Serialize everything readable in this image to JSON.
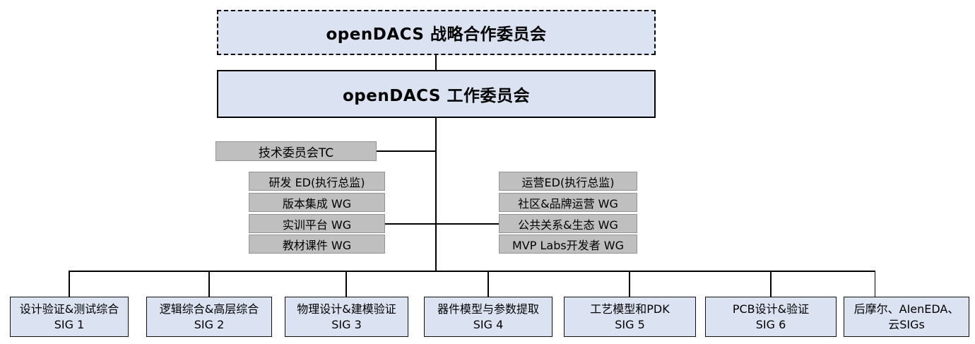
{
  "diagram": {
    "strategy_box": {
      "label": "openDACS 战略合作委员会"
    },
    "work_box": {
      "label": "openDACS 工作委员会"
    },
    "tc_box": {
      "label": "技术委员会TC"
    },
    "left_column": [
      {
        "label": "研发 ED(执行总监)"
      },
      {
        "label": "版本集成 WG"
      },
      {
        "label": "实训平台 WG"
      },
      {
        "label": "教材课件 WG"
      }
    ],
    "right_column": [
      {
        "label": "运营ED(执行总监)"
      },
      {
        "label": "社区&品牌运营 WG"
      },
      {
        "label": "公共关系&生态 WG"
      },
      {
        "label": "MVP Labs开发者 WG"
      }
    ],
    "sig_boxes": [
      {
        "line1": "设计验证&测试综合",
        "line2": "SIG 1"
      },
      {
        "line1": "逻辑综合&高层综合",
        "line2": "SIG 2"
      },
      {
        "line1": "物理设计&建模验证",
        "line2": "SIG 3"
      },
      {
        "line1": "器件模型与参数提取",
        "line2": "SIG 4"
      },
      {
        "line1": "工艺模型和PDK",
        "line2": "SIG 5"
      },
      {
        "line1": "PCB设计&验证",
        "line2": "SIG 6"
      },
      {
        "line1": "后摩尔、AIenEDA、",
        "line2": "云SIGs"
      }
    ],
    "colors": {
      "box_fill_blue": "#dbe3f2",
      "box_fill_gray": "#bfbfbf",
      "gray_border": "#949494",
      "line_color": "#000000",
      "text_color": "#000000"
    }
  }
}
